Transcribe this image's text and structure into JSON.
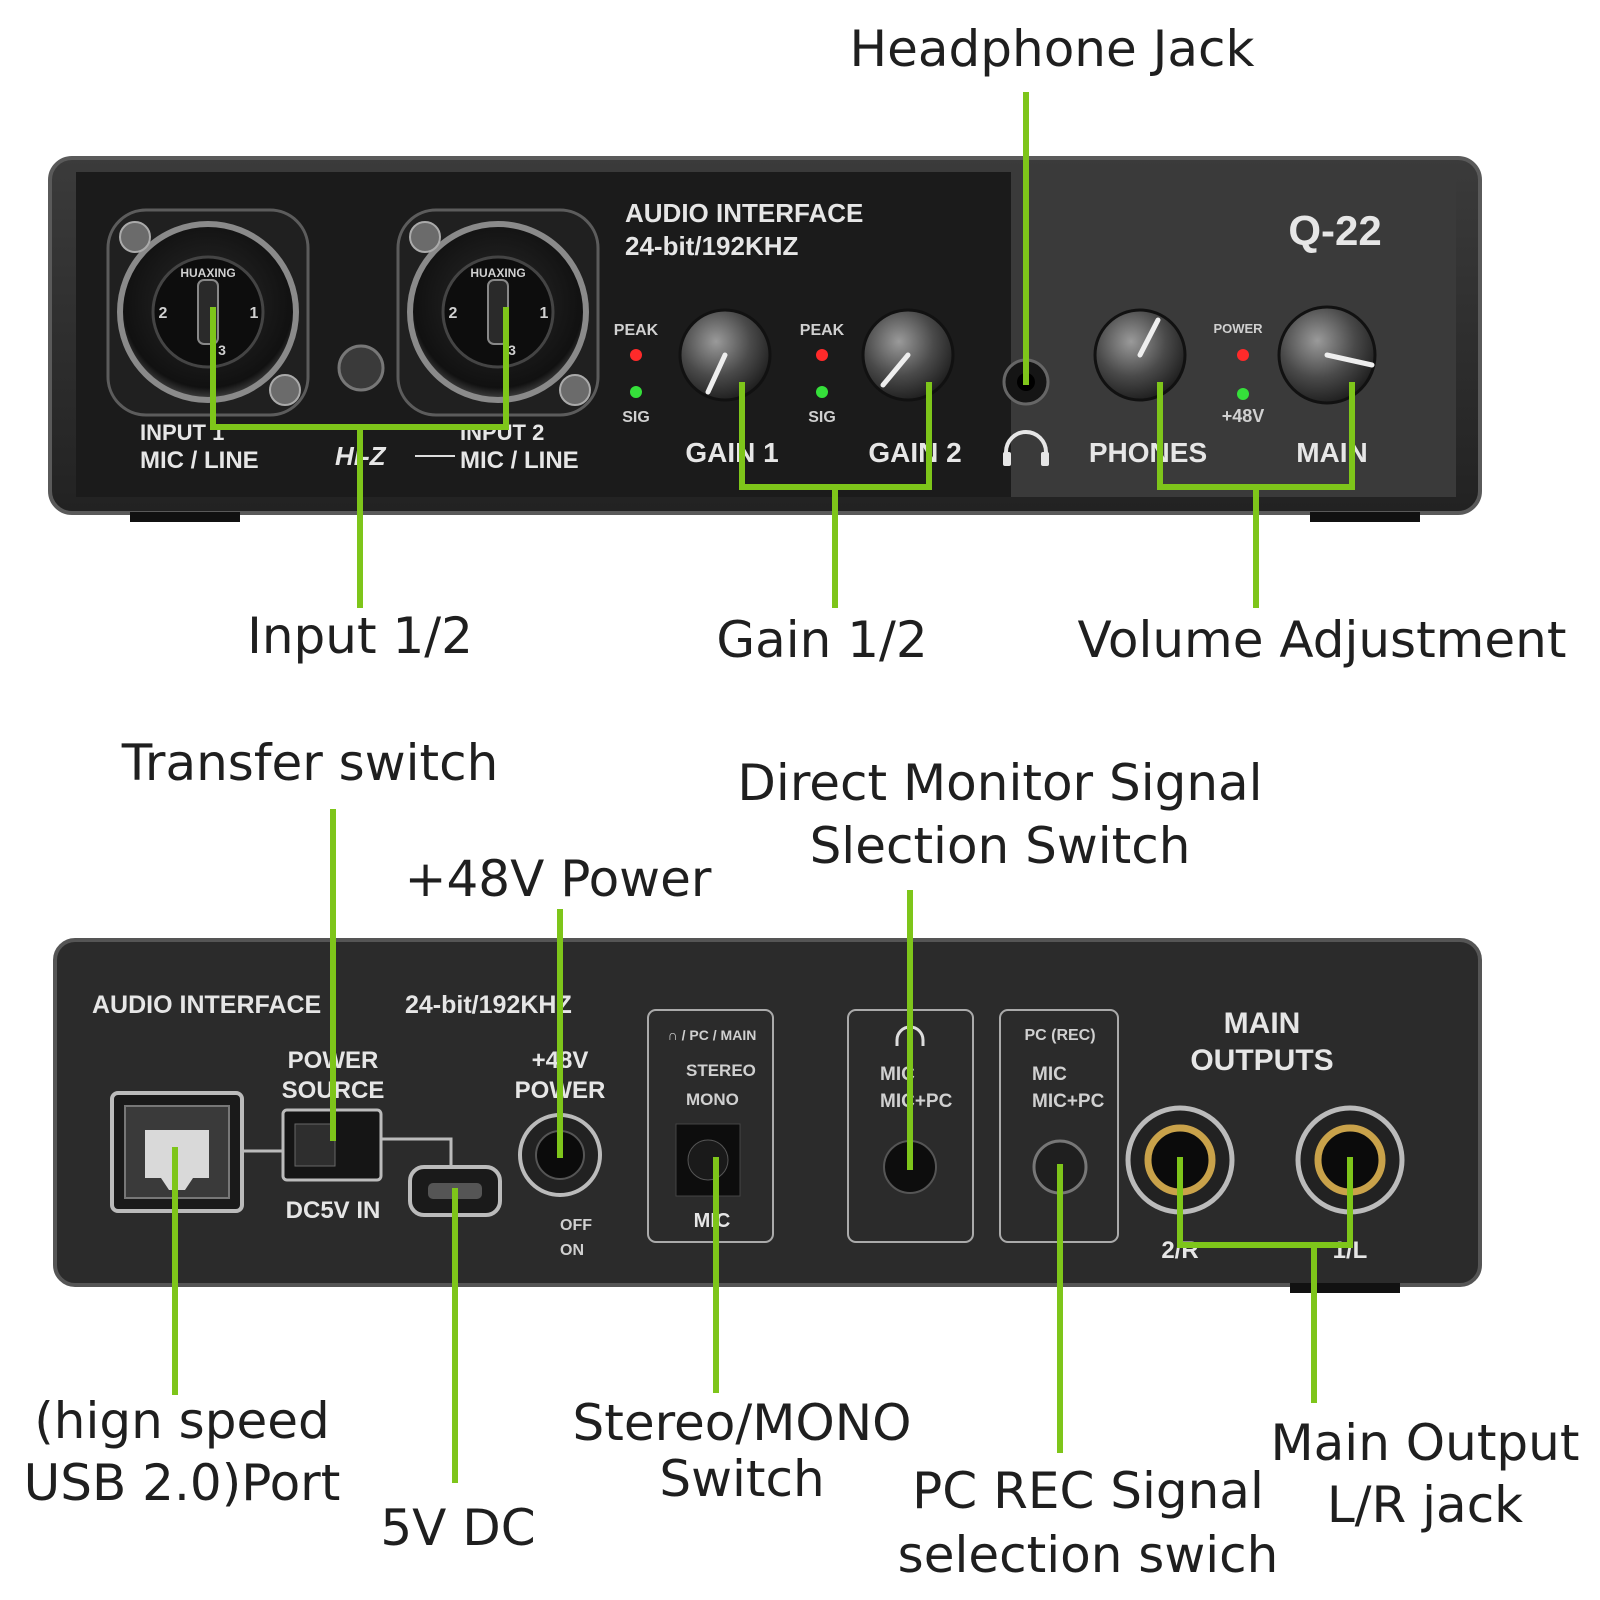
{
  "colors": {
    "leader": "#7ec51a",
    "chassis": "#2a2a2a",
    "panel_front": "#1b1b1b",
    "panel_right": "#3a3a3a",
    "led_red": "#ff2a2a",
    "led_green": "#35e03a",
    "gold_jack": "#c9a24a"
  },
  "callouts": {
    "headphone_jack": "Headphone Jack",
    "input_12": "Input 1/2",
    "gain_12": "Gain 1/2",
    "volume_adjustment": "Volume Adjustment",
    "transfer_switch": "Transfer switch",
    "plus48v_power": "+48V Power",
    "direct_monitor_line1": "Direct Monitor Signal",
    "direct_monitor_line2": "Slection Switch",
    "usb_port_line1": "(hign speed",
    "usb_port_line2": "USB 2.0)Port",
    "dc_5v": "5V DC",
    "stereo_mono_line1": "Stereo/MONO",
    "stereo_mono_line2": "Switch",
    "pc_rec_line1": "PC REC Signal",
    "pc_rec_line2": "selection swich",
    "main_output_line1": "Main Output",
    "main_output_line2": "L/R jack"
  },
  "front_panel": {
    "title_line1": "AUDIO INTERFACE",
    "title_line2": "24-bit/192KHZ",
    "model": "Q-22",
    "brand_on_xlr": "HUAXING",
    "input1_line1": "INPUT 1",
    "input1_line2": "MIC / LINE",
    "input2_line1": "INPUT 2",
    "input2_line2": "MIC / LINE",
    "hiz": "HI-Z",
    "peak": "PEAK",
    "sig": "SIG",
    "gain1": "GAIN 1",
    "gain2": "GAIN 2",
    "power": "POWER",
    "plus48v": "+48V",
    "phones": "PHONES",
    "main": "MAIN",
    "pin1": "1",
    "pin2": "2",
    "pin3": "3"
  },
  "rear_panel": {
    "title_left": "AUDIO INTERFACE",
    "title_right": "24-bit/192KHZ",
    "power_source_line1": "POWER",
    "power_source_line2": "SOURCE",
    "dc5v_in": "DC5V IN",
    "plus48v_line1": "+48V",
    "plus48v_line2": "POWER",
    "off": "OFF",
    "on": "ON",
    "monitor_header": "∩ / PC / MAIN",
    "stereo": "STEREO",
    "mono": "MONO",
    "mic": "MIC",
    "dm_mic": "MIC",
    "dm_mic_pc": "MIC+PC",
    "pc_rec": "PC (REC)",
    "rec_mic": "MIC",
    "rec_mic_pc": "MIC+PC",
    "main_outputs_line1": "MAIN",
    "main_outputs_line2": "OUTPUTS",
    "out_2r": "2/R",
    "out_1l": "1/L"
  }
}
